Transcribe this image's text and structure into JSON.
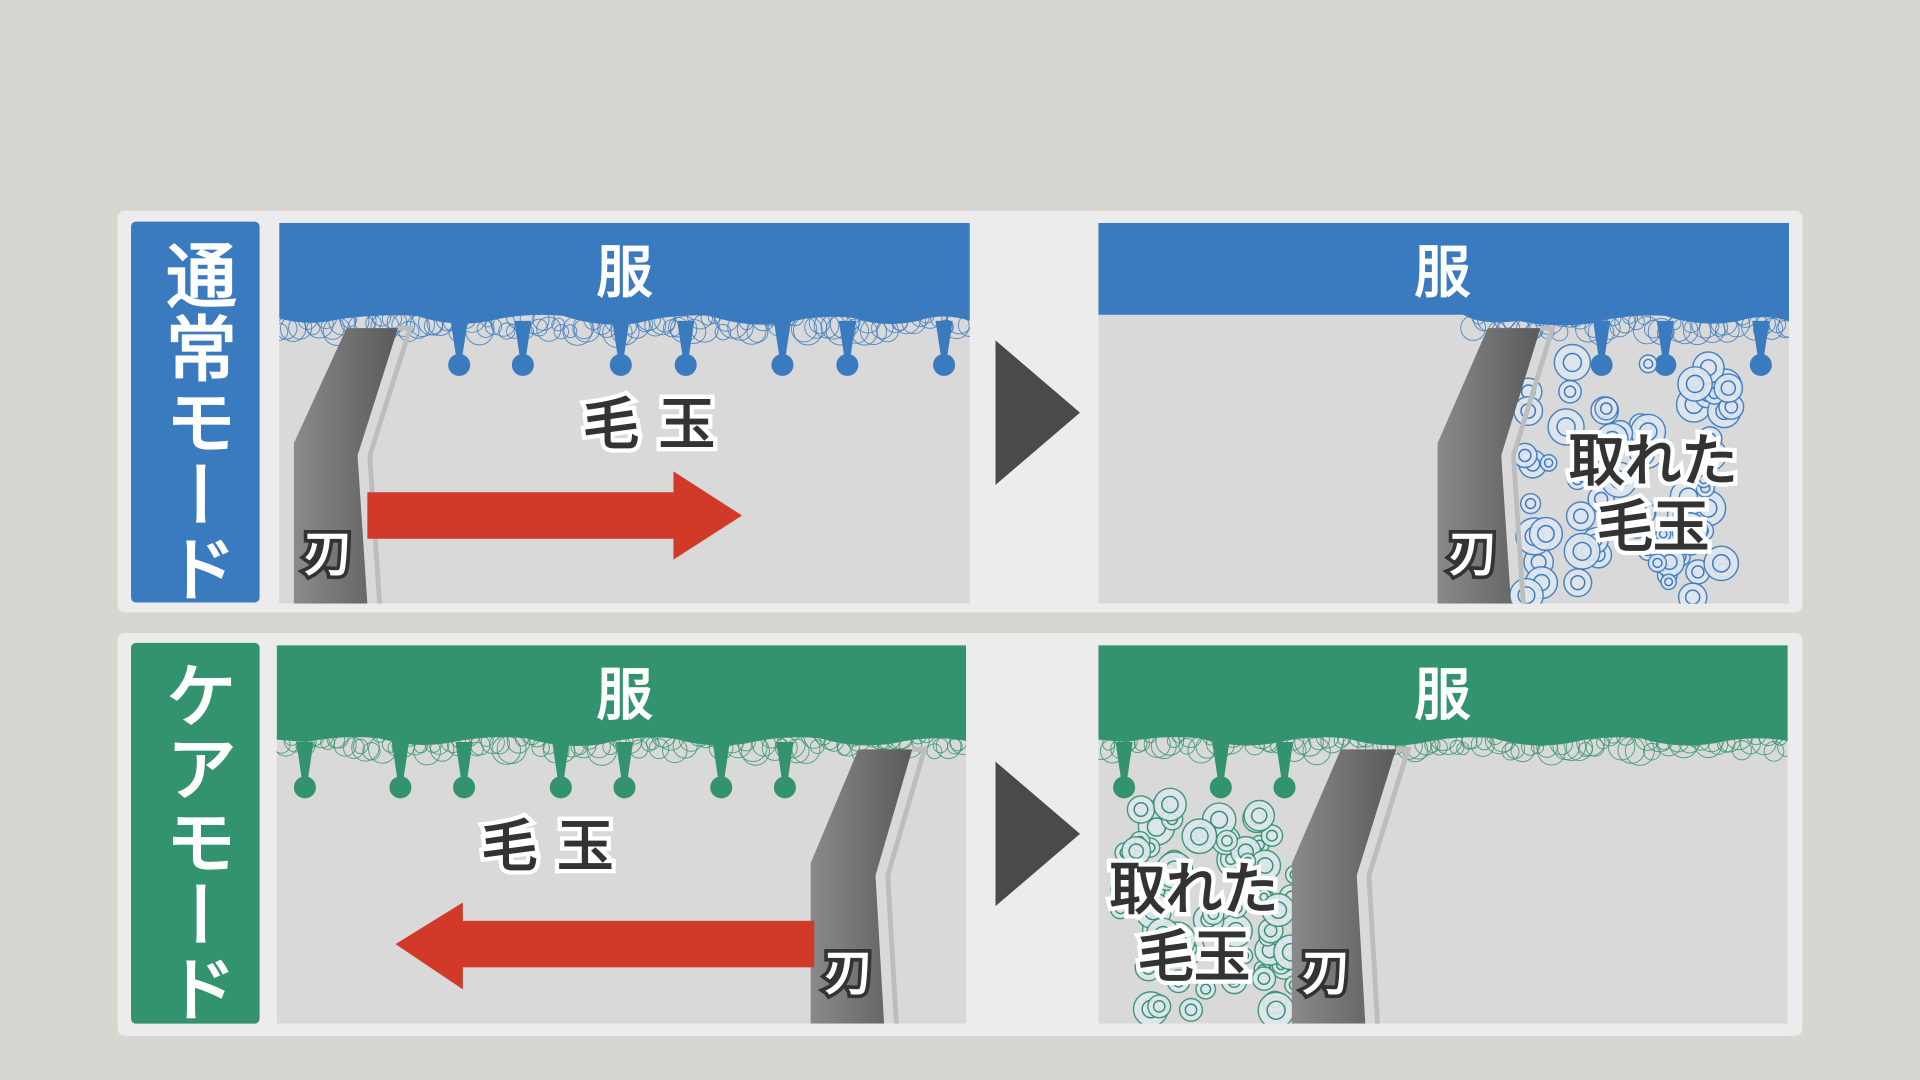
{
  "colors": {
    "normal": "#3a7bbf",
    "care": "#34936f",
    "arrow": "#d13a29",
    "blade": "#6b6b6b",
    "scene_bg": "#d9d9d9",
    "separator": "#4a4a4a"
  },
  "modes": [
    {
      "label": "通常モード",
      "before": {
        "cloth": "服",
        "pill": "毛 玉",
        "blade": "刃",
        "direction": "right"
      },
      "after": {
        "cloth": "服",
        "removed_line1": "取れた",
        "removed_line2": "毛玉",
        "blade": "刃"
      }
    },
    {
      "label": "ケアモード",
      "before": {
        "cloth": "服",
        "pill": "毛 玉",
        "blade": "刃",
        "direction": "left"
      },
      "after": {
        "cloth": "服",
        "removed_line1": "取れた",
        "removed_line2": "毛玉",
        "blade": "刃"
      }
    }
  ]
}
